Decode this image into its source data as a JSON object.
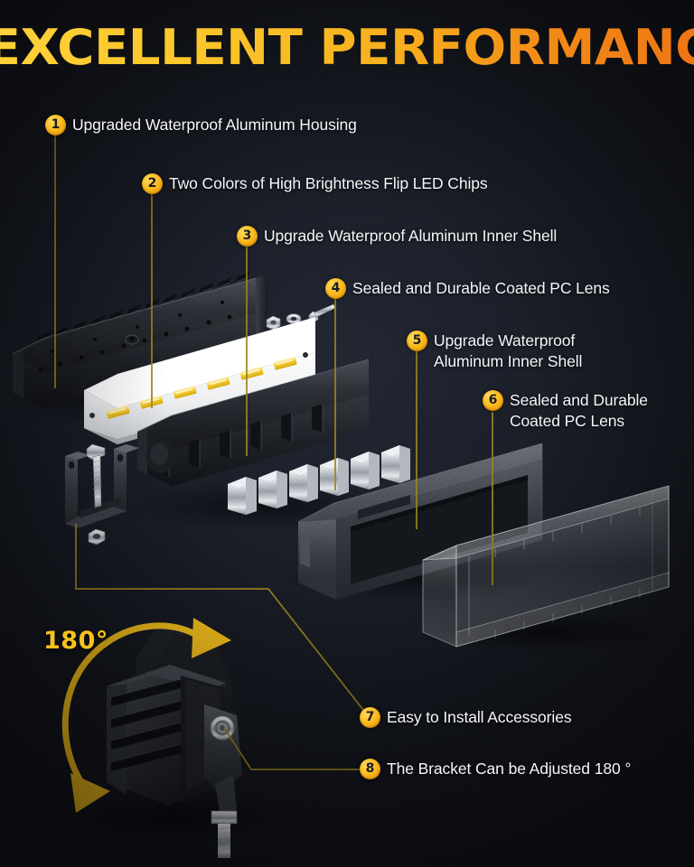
{
  "header": {
    "title": "EXCELLENT PERFORMANCE",
    "title_gradient_from": "#FFD23A",
    "title_gradient_to": "#EE7314"
  },
  "theme": {
    "background": "#1a1d26",
    "accent": "#F7C21B",
    "badge_color": "#FDC22A",
    "leader_line_color": "#9c8520",
    "text_color": "#F4F6F8"
  },
  "callouts": [
    {
      "number": "1",
      "label": "Upgraded Waterproof Aluminum Housing"
    },
    {
      "number": "2",
      "label": "Two Colors of High Brightness Flip LED Chips"
    },
    {
      "number": "3",
      "label": "Upgrade Waterproof Aluminum Inner Shell"
    },
    {
      "number": "4",
      "label": "Sealed and Durable Coated PC Lens"
    },
    {
      "number": "5",
      "label": "Upgrade Waterproof\nAluminum Inner Shell"
    },
    {
      "number": "6",
      "label": "Sealed and Durable\nCoated PC Lens"
    },
    {
      "number": "7",
      "label": "Easy to Install Accessories"
    },
    {
      "number": "8",
      "label": "The Bracket Can be Adjusted 180 °"
    }
  ],
  "rotation_annotation": {
    "label": "180°",
    "arrow": "double-headed-arc"
  },
  "exploded_parts": [
    "aluminum-housing-heatsink",
    "led-pcb-board",
    "aluminum-inner-shell",
    "reflector-cups",
    "bezel-frame",
    "clear-pc-lens-cover",
    "mounting-bracket",
    "bolt-washer-nut-hardware"
  ],
  "product_preview": {
    "name": "led-pod-light-on-bracket"
  }
}
